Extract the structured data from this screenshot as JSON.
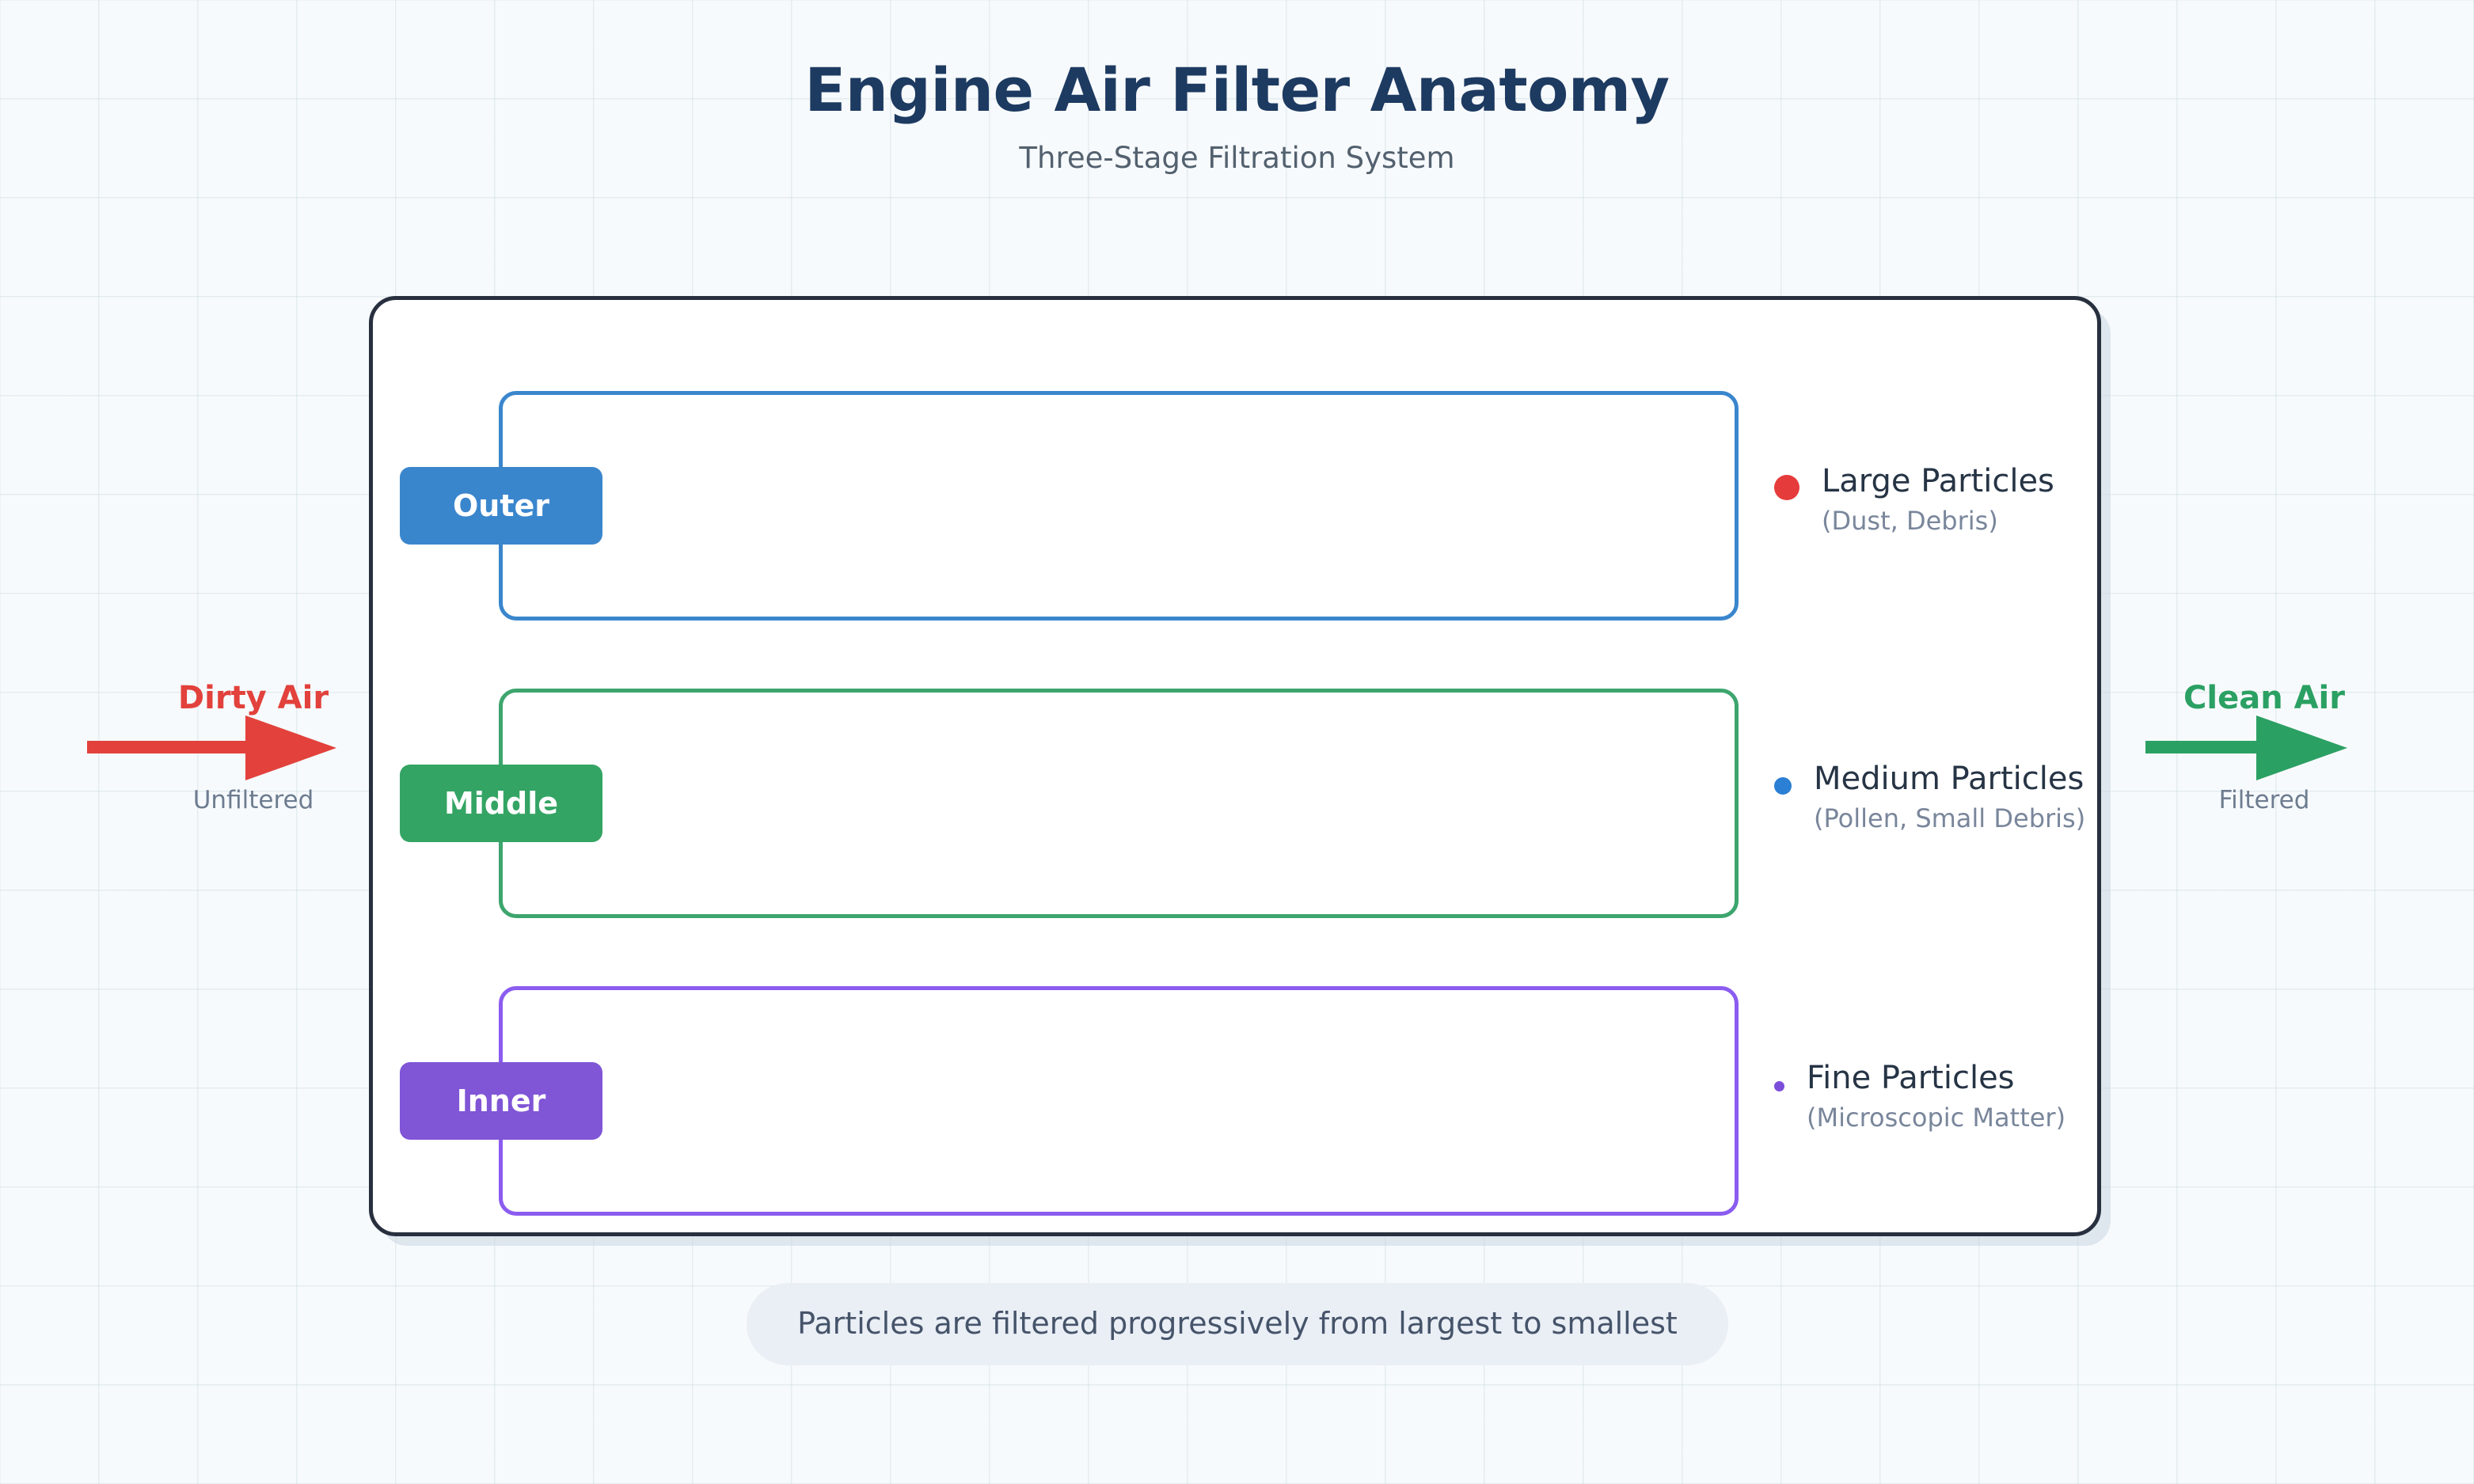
{
  "header": {
    "title": "Engine Air Filter Anatomy",
    "subtitle": "Three-Stage Filtration System"
  },
  "colors": {
    "background": "#f7fafc",
    "grid_line": "#cbdde1",
    "title": "#1d3a61",
    "subtitle": "#53616f",
    "housing_border": "#28303f",
    "housing_fill": "#ffffff",
    "outer": "#3a86cd",
    "middle": "#34a464",
    "inner": "#8055d6",
    "dirty_air": "#e2413c",
    "clean_air": "#2ba063",
    "large_particle_dot": "#e63b3b",
    "medium_particle_dot": "#2b7fd4",
    "fine_particle_dot": "#7c4ddb",
    "footnote_pill": "#eaeff6"
  },
  "filter": {
    "layers": [
      {
        "id": "outer",
        "badge": "Outer",
        "border_color": "#3a86cd",
        "badge_color": "#3a86cd"
      },
      {
        "id": "middle",
        "badge": "Middle",
        "border_color": "#3da56d",
        "badge_color": "#34a464"
      },
      {
        "id": "inner",
        "badge": "Inner",
        "border_color": "#8b5cf0",
        "badge_color": "#8055d6"
      }
    ]
  },
  "legend": {
    "items": [
      {
        "id": "large",
        "title": "Large Particles",
        "subtitle": "(Dust, Debris)",
        "dot_color": "#e63b3b",
        "dot_size": 32
      },
      {
        "id": "medium",
        "title": "Medium Particles",
        "subtitle": "(Pollen, Small Debris)",
        "dot_color": "#2b7fd4",
        "dot_size": 22
      },
      {
        "id": "fine",
        "title": "Fine Particles",
        "subtitle": "(Microscopic Matter)",
        "dot_color": "#7c4ddb",
        "dot_size": 13
      }
    ]
  },
  "flow": {
    "inlet": {
      "label": "Dirty Air",
      "sublabel": "Unfiltered",
      "color": "#e2413c",
      "direction": "right"
    },
    "outlet": {
      "label": "Clean Air",
      "sublabel": "Filtered",
      "color": "#2ba063",
      "direction": "right"
    }
  },
  "footnote": {
    "text": "Particles are filtered progressively from largest to smallest"
  }
}
